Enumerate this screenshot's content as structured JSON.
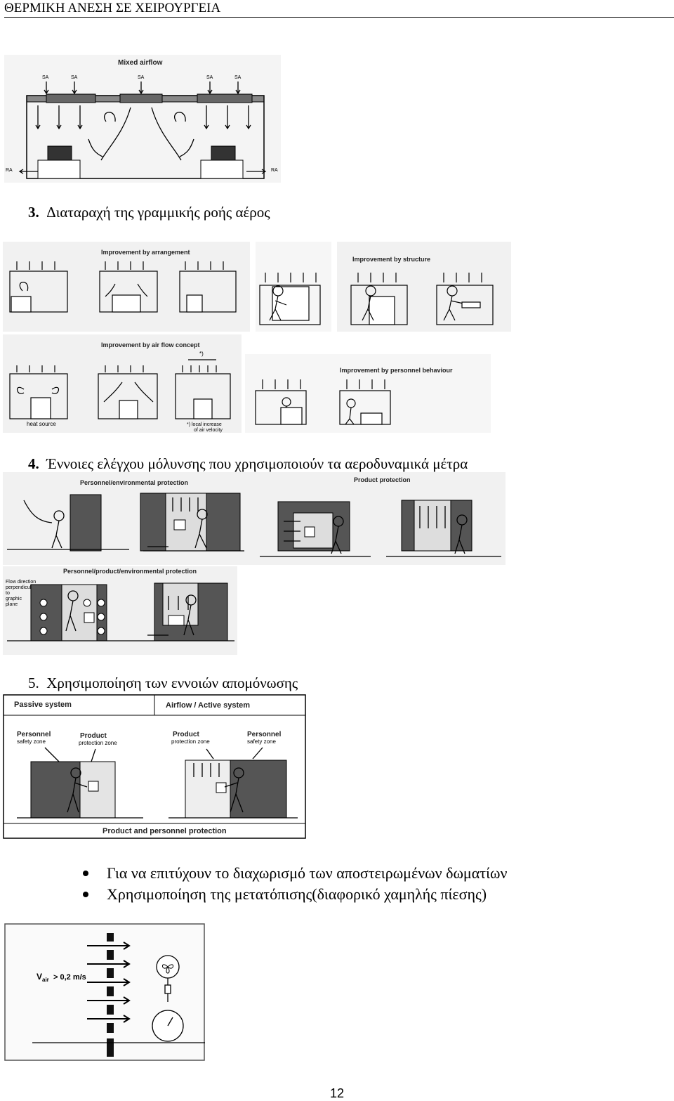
{
  "header": {
    "title": "ΘΕΡΜΙΚΗ ΑΝΕΣΗ ΣΕ ΧΕΙΡΟΥΡΓΕΙΑ"
  },
  "figure1": {
    "title": "Mixed airflow",
    "sa_label": "SA",
    "ra_label": "RA"
  },
  "caption3": {
    "number": "3.",
    "text": "Διαταραχή της γραμμικής ροής αέρος"
  },
  "figure2": {
    "improvement_arrangement": "Improvement by arrangement",
    "improvement_structure": "Improvement by structure",
    "improvement_airflow": "Improvement by air flow concept",
    "improvement_personnel": "Improvement by personnel behaviour",
    "heat_source": "heat source",
    "star_mark": "*)",
    "local_increase_1": "*) local increase",
    "local_increase_2": "of air velocity"
  },
  "caption4": {
    "number": "4.",
    "text": "Έννοιες ελέγχου μόλυνσης που χρησιμοποιούν τα αεροδυναμικά μέτρα"
  },
  "figure3": {
    "personnel_env": "Personnel/environmental protection",
    "product_protection": "Product protection",
    "personnel_product_env": "Personnel/product/environmental protection",
    "flow_dir": [
      "Flow direction",
      "perpendicular",
      "to",
      "graphic",
      "plane"
    ]
  },
  "caption5": {
    "number": "5.",
    "text": "Χρησιμοποίηση των εννοιών απομόνωσης"
  },
  "figure4": {
    "passive": "Passive system",
    "active": "Airflow / Active system",
    "personnel_1": "Personnel",
    "personnel_2": "safety zone",
    "product_1": "Product",
    "product_2": "protection zone",
    "product_b1": "Product",
    "product_b2": "protection zone",
    "personnel_b1": "Personnel",
    "personnel_b2": "safety zone",
    "footer": "Product and personnel protection"
  },
  "bullets": [
    "Για να επιτύχουν το διαχωρισμό των αποστειρωμένων δωματίων",
    "Χρησιμοποίηση της μετατόπισης(διαφορικό χαμηλής πίεσης)"
  ],
  "figure5": {
    "v_main": "V",
    "v_sub": "air",
    "v_rest": " > 0,2 m/s"
  },
  "page_number": "12"
}
